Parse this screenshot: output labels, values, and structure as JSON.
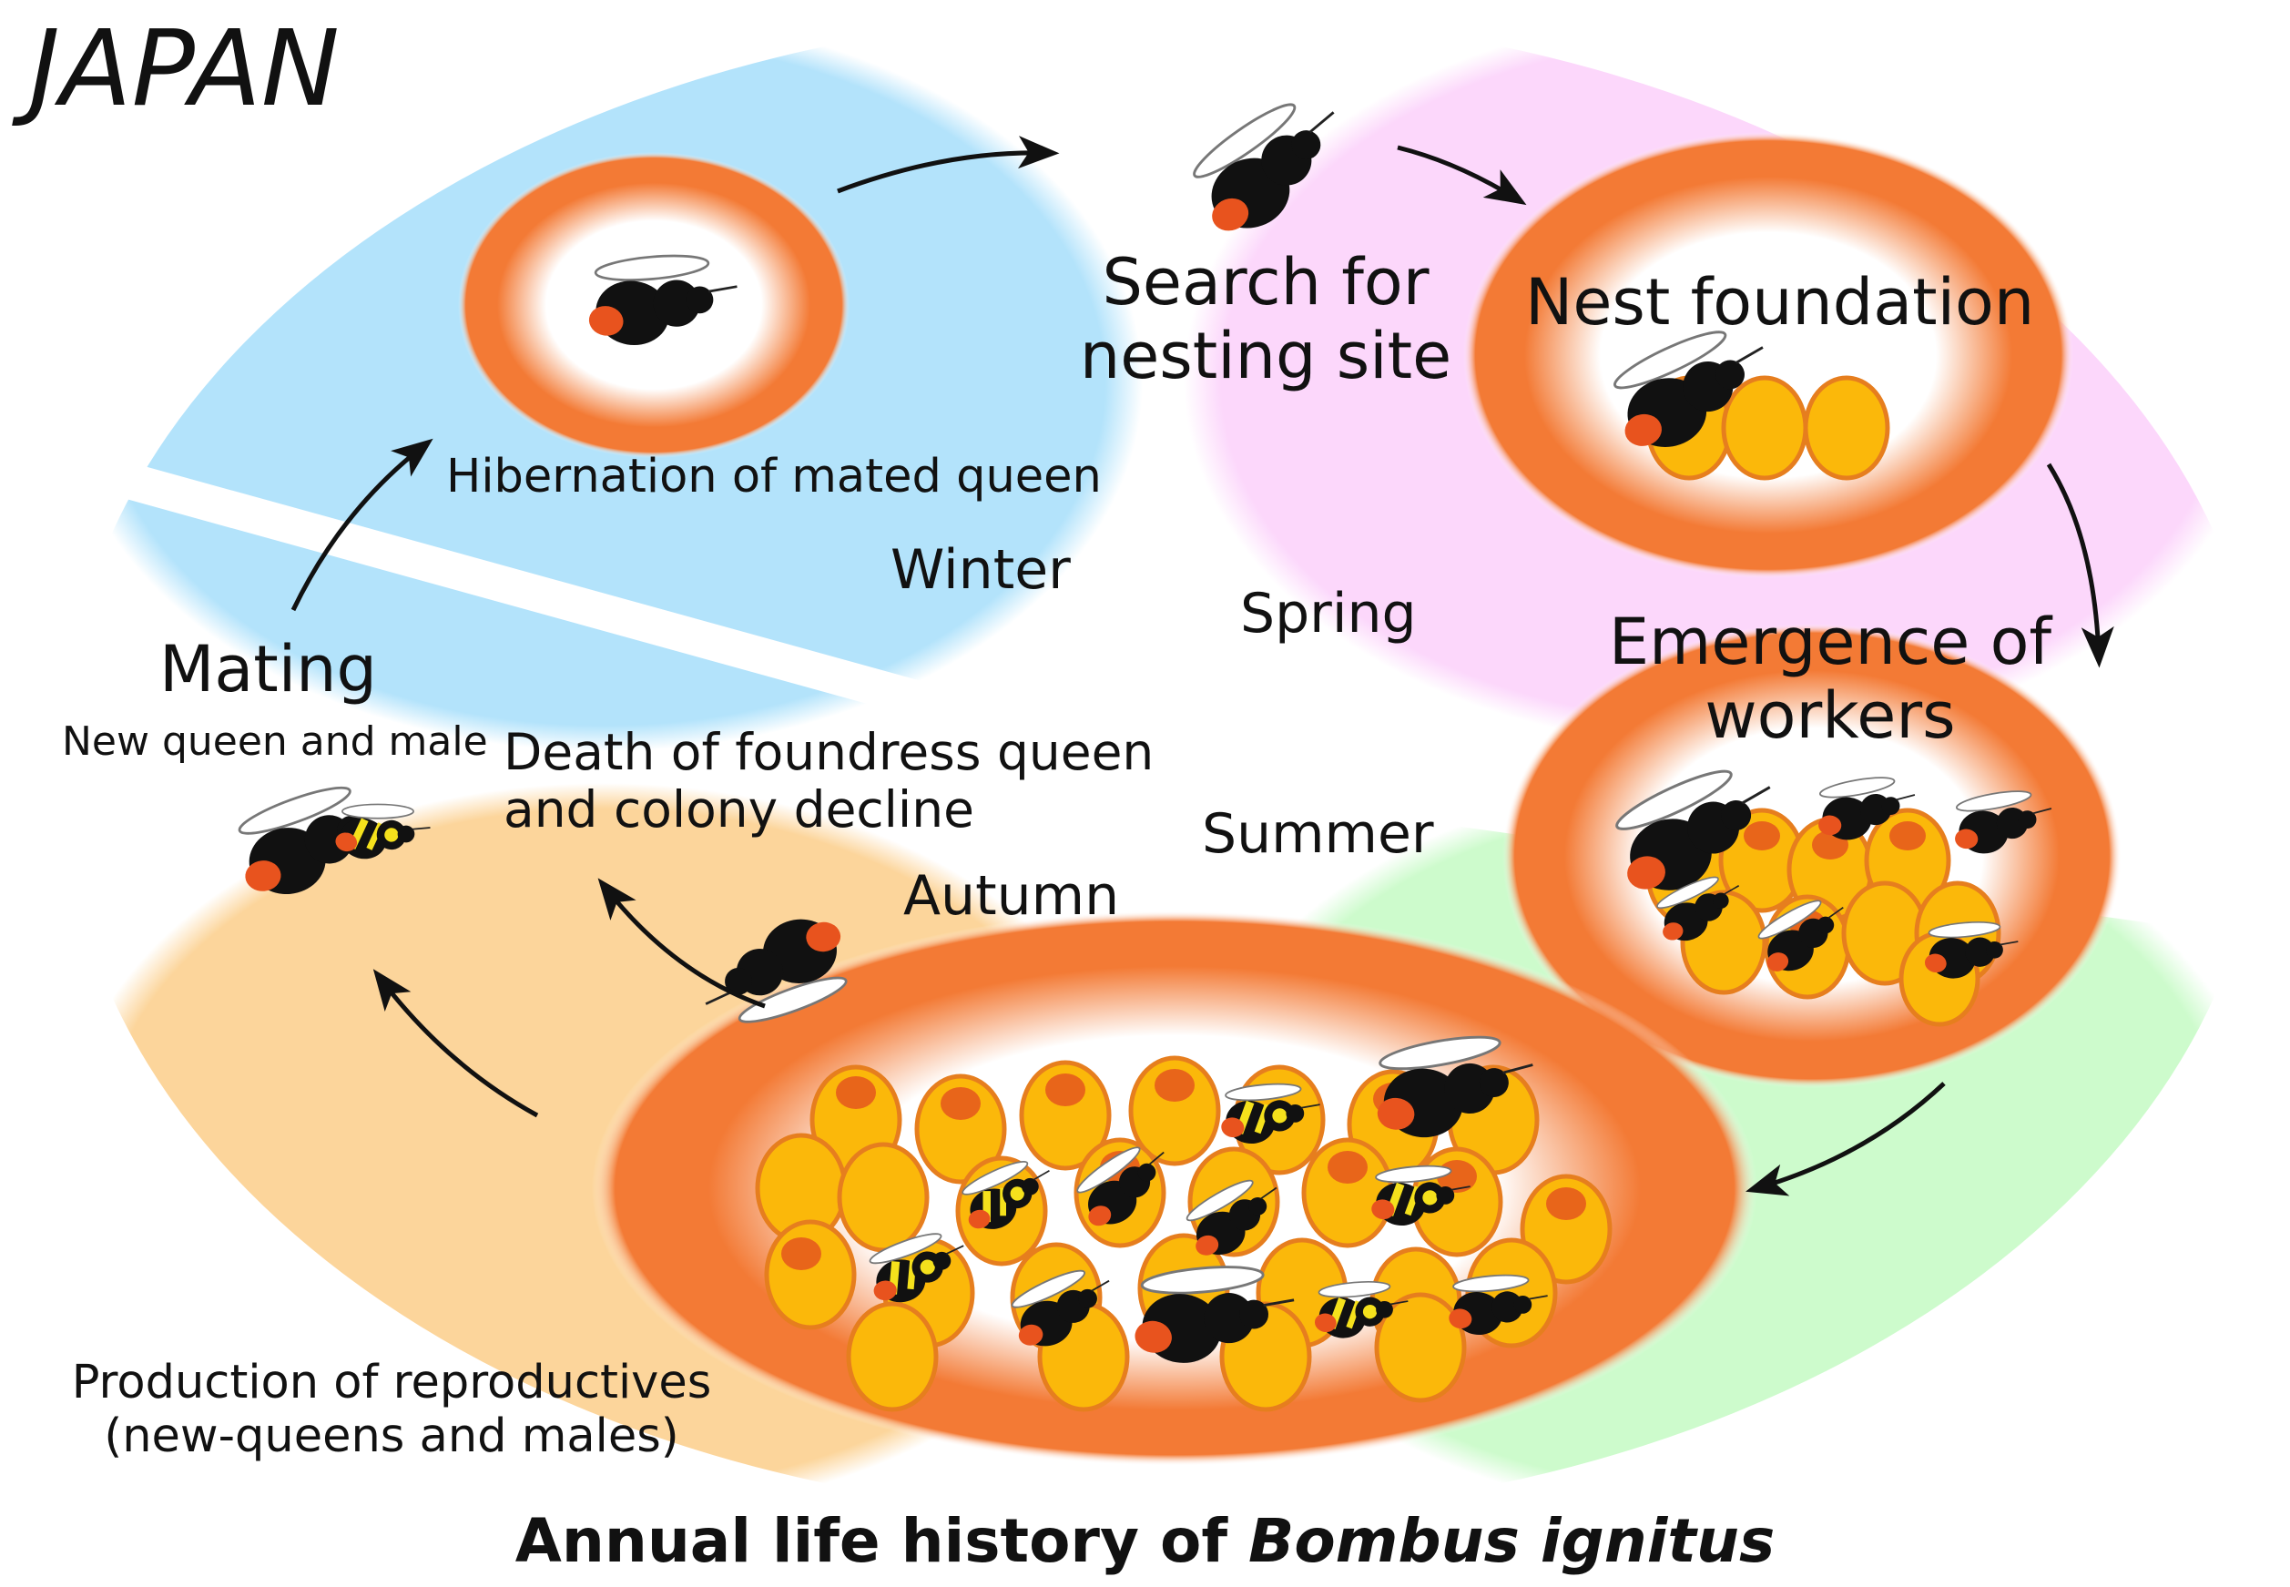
{
  "country": "JAPAN",
  "title": {
    "prefix": "Annual life history of ",
    "species": "Bombus ignitus"
  },
  "seasons": {
    "winter": "Winter",
    "spring": "Spring",
    "summer": "Summer",
    "autumn": "Autumn"
  },
  "stages": {
    "hibernation": "Hibernation of mated queen",
    "search_line1": "Search for",
    "search_line2": "nesting site",
    "nest_foundation": "Nest foundation",
    "emergence_line1": "Emergence of",
    "emergence_line2": "workers",
    "death_line1": "Death of foundress queen",
    "death_line2": "and colony decline",
    "mating": "Mating",
    "mating_sub": "New queen and male",
    "production_line1": "Production of reproductives",
    "production_line2": "(new-queens and males)"
  },
  "colors": {
    "winter": "#b3e3fb",
    "spring": "#fcd7fb",
    "summer": "#cdfbcc",
    "autumn": "#fcd59b",
    "nest_ring": "#f37a35",
    "cell": "#fbb80a",
    "cell_outline": "#e67e1e",
    "bee_body": "#111111",
    "bee_tail": "#e8531e",
    "worker_band": "#f5e11c"
  },
  "icons": [
    "queen-bee-icon",
    "worker-bee-icon",
    "brood-cell-icon",
    "cycle-arrow-icon"
  ]
}
